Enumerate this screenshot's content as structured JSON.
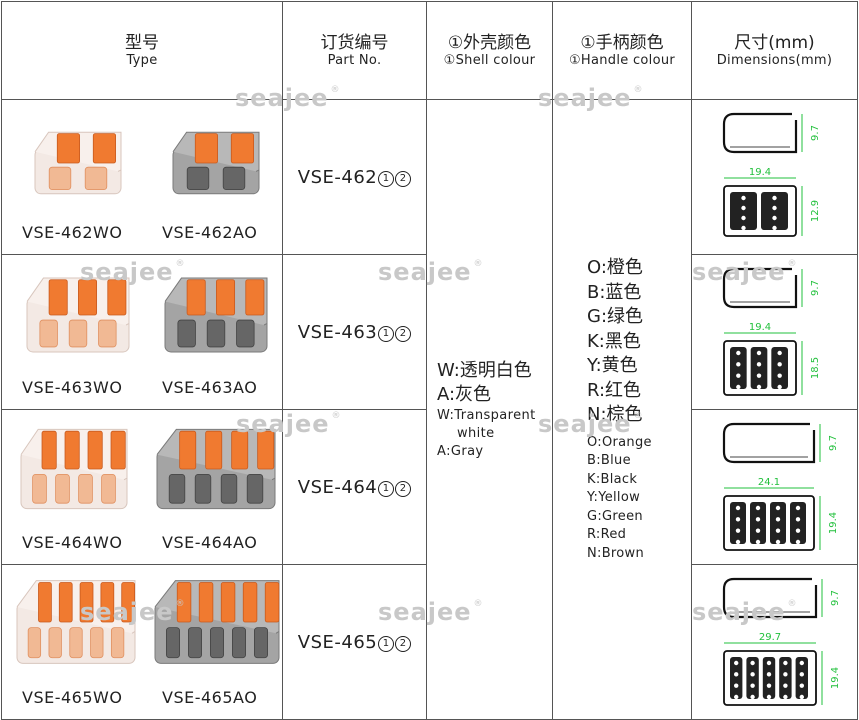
{
  "headers": [
    {
      "cn": "型号",
      "en": "Type"
    },
    {
      "cn": "订货编号",
      "en": "Part No."
    },
    {
      "cn": "①外壳颜色",
      "en": "①Shell colour"
    },
    {
      "cn": "①手柄颜色",
      "en": "①Handle colour"
    },
    {
      "cn": "尺寸(mm)",
      "en": "Dimensions(mm)"
    }
  ],
  "rows": [
    {
      "types": [
        "VSE-462WO",
        "VSE-462AO"
      ],
      "part": "VSE-462",
      "dims": {
        "top_height": "9.7",
        "width": "19.4",
        "height": "12.9"
      }
    },
    {
      "types": [
        "VSE-463WO",
        "VSE-463AO"
      ],
      "part": "VSE-463",
      "dims": {
        "top_height": "9.7",
        "width": "19.4",
        "height": "18.5"
      }
    },
    {
      "types": [
        "VSE-464WO",
        "VSE-464AO"
      ],
      "part": "VSE-464",
      "dims": {
        "top_height": "9.7",
        "width": "24.1",
        "height": "19.4"
      }
    },
    {
      "types": [
        "VSE-465WO",
        "VSE-465AO"
      ],
      "part": "VSE-465",
      "dims": {
        "top_height": "9.7",
        "width": "29.7",
        "height": "19.4"
      }
    }
  ],
  "part_suffix": [
    "1",
    "2"
  ],
  "shell": {
    "cn": [
      "W:透明白色",
      "A:灰色"
    ],
    "en": [
      "W:Transparent",
      "white",
      "A:Gray"
    ]
  },
  "handle": {
    "cn": [
      "O:橙色",
      "B:蓝色",
      "G:绿色",
      "K:黑色",
      "Y:黄色",
      "R:红色",
      "N:棕色"
    ],
    "en": [
      "O:Orange",
      "B:Blue",
      "K:Black",
      "Y:Yellow",
      "G:Green",
      "R:Red",
      "N:Brown"
    ]
  },
  "watermark": "seajee",
  "colors": {
    "orange": "#f07a30",
    "gray_body": "#a4a4a4",
    "clear_body": "#f3e9e4",
    "dim_green": "#22c03c",
    "grid": "#555555"
  }
}
